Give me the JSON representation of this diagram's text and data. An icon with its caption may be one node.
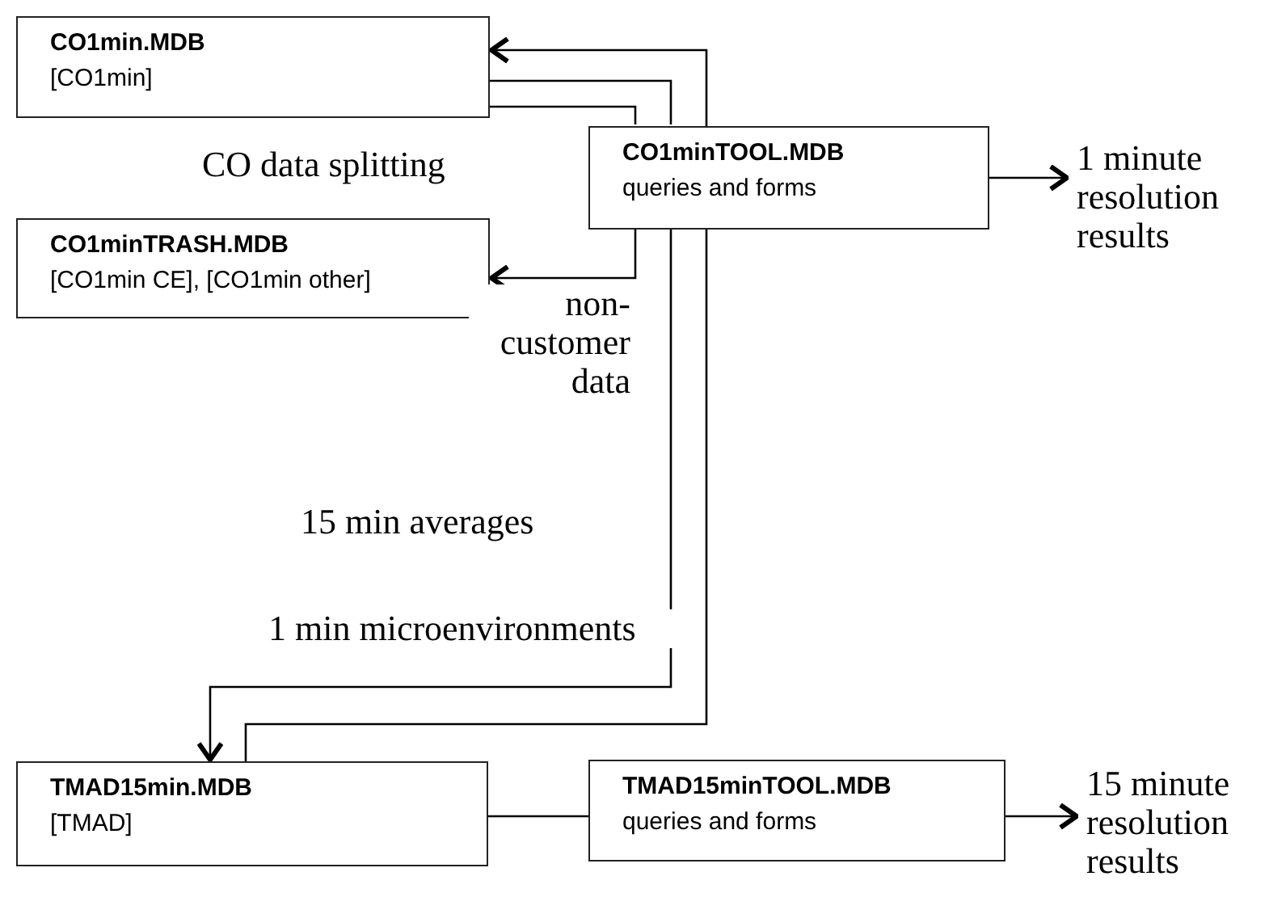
{
  "diagram": {
    "nodes": [
      {
        "text": [
          "CO1min.MDB",
          "[CO1min]"
        ]
      },
      {
        "text": [
          "CO1minTOOL.MDB",
          "queries and forms"
        ]
      },
      {
        "text": [
          "CO1minTRASH.MDB",
          "[CO1min CE], [CO1min other]"
        ]
      },
      {
        "text": [
          "1 minute resolution results"
        ]
      },
      {
        "text": [
          "TMAD15min.MDB",
          "[TMAD]"
        ]
      },
      {
        "text": [
          "TMAD15minTOOL.MDB",
          "queries and forms"
        ]
      },
      {
        "text": [
          "15 minute resolution results"
        ]
      }
    ],
    "edges": [
      {
        "from": 1,
        "to": 0,
        "arrow": "to"
      },
      {
        "from": 0,
        "to": 1,
        "arrow": "none"
      },
      {
        "from": 0,
        "to": 1,
        "arrow": "none"
      },
      {
        "from": 1,
        "to": 2,
        "arrow": "to",
        "label": "non- customer data"
      },
      {
        "from": 1,
        "to": 3,
        "arrow": "to"
      },
      {
        "from": 1,
        "to": 4,
        "arrow": "to",
        "label": "15 min averages"
      },
      {
        "from": 4,
        "to": 1,
        "arrow": "none",
        "label": "1 min microenvironments"
      },
      {
        "from": 4,
        "to": 5,
        "arrow": "none"
      },
      {
        "from": 5,
        "to": 6,
        "arrow": "to"
      }
    ],
    "labels": [
      "CO data splitting"
    ]
  }
}
